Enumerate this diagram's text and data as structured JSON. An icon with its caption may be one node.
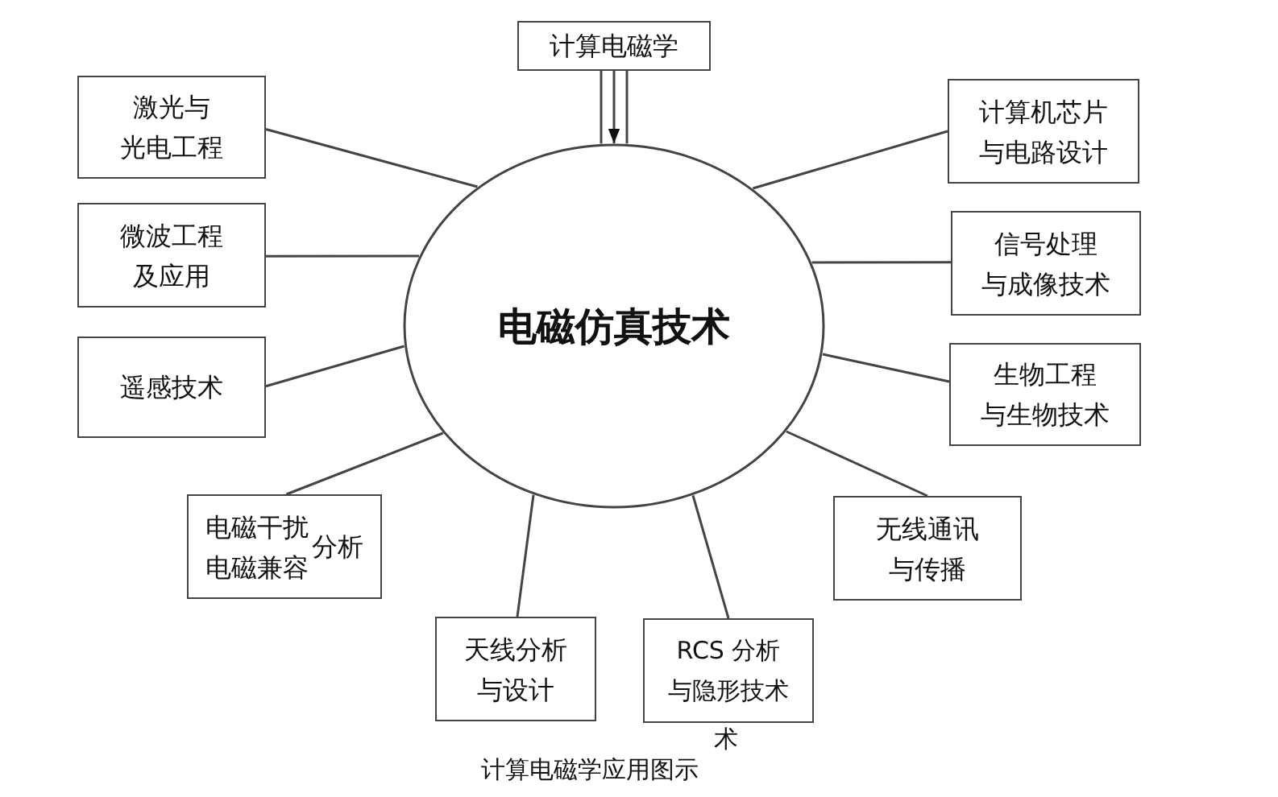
{
  "diagram": {
    "caption": "计算电磁学应用图示",
    "nodes": [
      {
        "text": [
          "计算电磁学"
        ]
      },
      {
        "text": [
          "激光与光电工程"
        ]
      },
      {
        "text": [
          "计算机芯片与电路设计"
        ]
      },
      {
        "text": [
          "微波工程及应用"
        ]
      },
      {
        "text": [
          "信号处理与成像技术"
        ]
      },
      {
        "text": [
          "电磁仿真技术"
        ]
      },
      {
        "text": [
          "遥感技术"
        ]
      },
      {
        "text": [
          "生物工程与生物技术"
        ]
      },
      {
        "text": [
          "电磁干扰电磁兼容",
          "分析"
        ]
      },
      {
        "text": [
          "无线通讯与传播"
        ]
      },
      {
        "text": [
          "天线分析与设计"
        ]
      },
      {
        "text": [
          "RCS 分析与隐形技术"
        ],
        "beside": [
          "术"
        ]
      }
    ],
    "edges": [
      {
        "from": 0,
        "to": 5,
        "arrow": "to"
      },
      {
        "from": 5,
        "to": 1,
        "arrow": "none"
      },
      {
        "from": 5,
        "to": 2,
        "arrow": "none"
      },
      {
        "from": 5,
        "to": 3,
        "arrow": "none"
      },
      {
        "from": 5,
        "to": 4,
        "arrow": "none"
      },
      {
        "from": 5,
        "to": 6,
        "arrow": "none"
      },
      {
        "from": 5,
        "to": 7,
        "arrow": "none"
      },
      {
        "from": 5,
        "to": 8,
        "arrow": "none"
      },
      {
        "from": 5,
        "to": 9,
        "arrow": "none"
      },
      {
        "from": 5,
        "to": 10,
        "arrow": "none"
      },
      {
        "from": 5,
        "to": 11,
        "arrow": "none"
      }
    ]
  }
}
